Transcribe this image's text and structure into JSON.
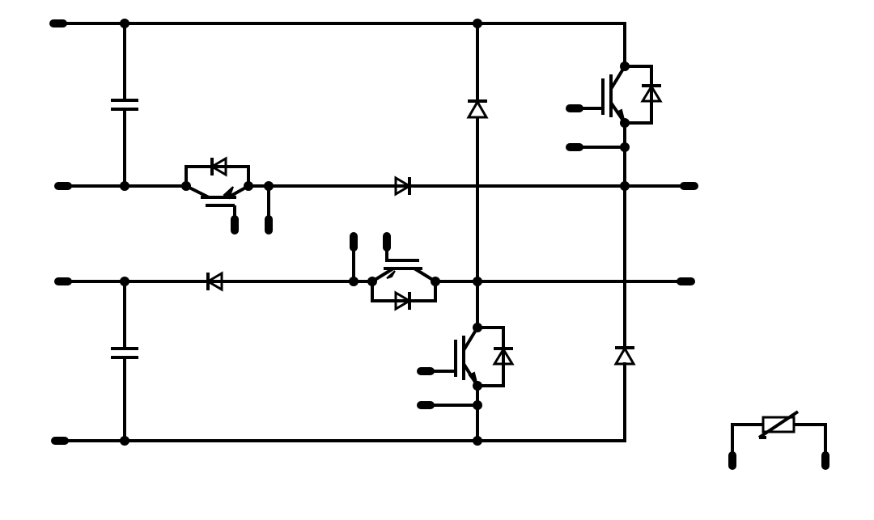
{
  "colors": {
    "ink": "#000000",
    "background": "#ffffff"
  },
  "diagram": {
    "components": [
      {
        "kind": "capacitor"
      },
      {
        "kind": "capacitor"
      },
      {
        "kind": "igbt-with-antiparallel-diode"
      },
      {
        "kind": "igbt-with-antiparallel-diode"
      },
      {
        "kind": "igbt-with-antiparallel-diode"
      },
      {
        "kind": "igbt-with-antiparallel-diode"
      },
      {
        "kind": "diode"
      },
      {
        "kind": "diode"
      },
      {
        "kind": "diode"
      },
      {
        "kind": "diode"
      },
      {
        "kind": "thermistor"
      }
    ]
  }
}
